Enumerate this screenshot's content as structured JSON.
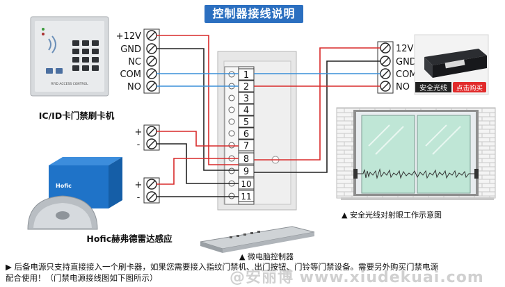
{
  "title": "控制器接线说明",
  "card_reader": {
    "name": "IC/ID卡门禁刷卡机",
    "device_label": "RFID ACCESS CONTROL",
    "terminals": [
      "+12V",
      "GND",
      "NC",
      "COM",
      "NO"
    ]
  },
  "exit_button_terminals": [
    "+",
    "-"
  ],
  "radar_sensor": {
    "name": "Hofic赫弗德雷达感应",
    "brand": "Hofic",
    "terminals": [
      "+",
      "-"
    ]
  },
  "controller": {
    "name": "▲ 微电脑控制器",
    "terminal_numbers": [
      "1",
      "2",
      "3",
      "4",
      "5",
      "6",
      "7",
      "8",
      "9",
      "10",
      "11"
    ]
  },
  "safety_sensor": {
    "terminals": [
      "12V",
      "GND",
      "COM",
      "NO"
    ],
    "label": "安全光线",
    "buy_badge": "点击购买"
  },
  "door_caption": "▲ 安全光线对射眼工作示意图",
  "footer": {
    "line1": "▶ 后备电源只支持直接接入一个刷卡器，如果您需要接入指纹门禁机、出门按钮、门铃等门禁设备。需要另外购买门禁电源",
    "line2": "配合使用！（门禁电源接线图如下图所示）"
  },
  "watermark": "@安丽博 www.xiudekuai.com",
  "colors": {
    "wire_red": "#d92a2a",
    "wire_blue": "#3a8fd8",
    "wire_black": "#222222",
    "title_bg": "#2b6fc0",
    "door_glass": "#bfe6d6",
    "door_frame": "#9a9a9a"
  }
}
